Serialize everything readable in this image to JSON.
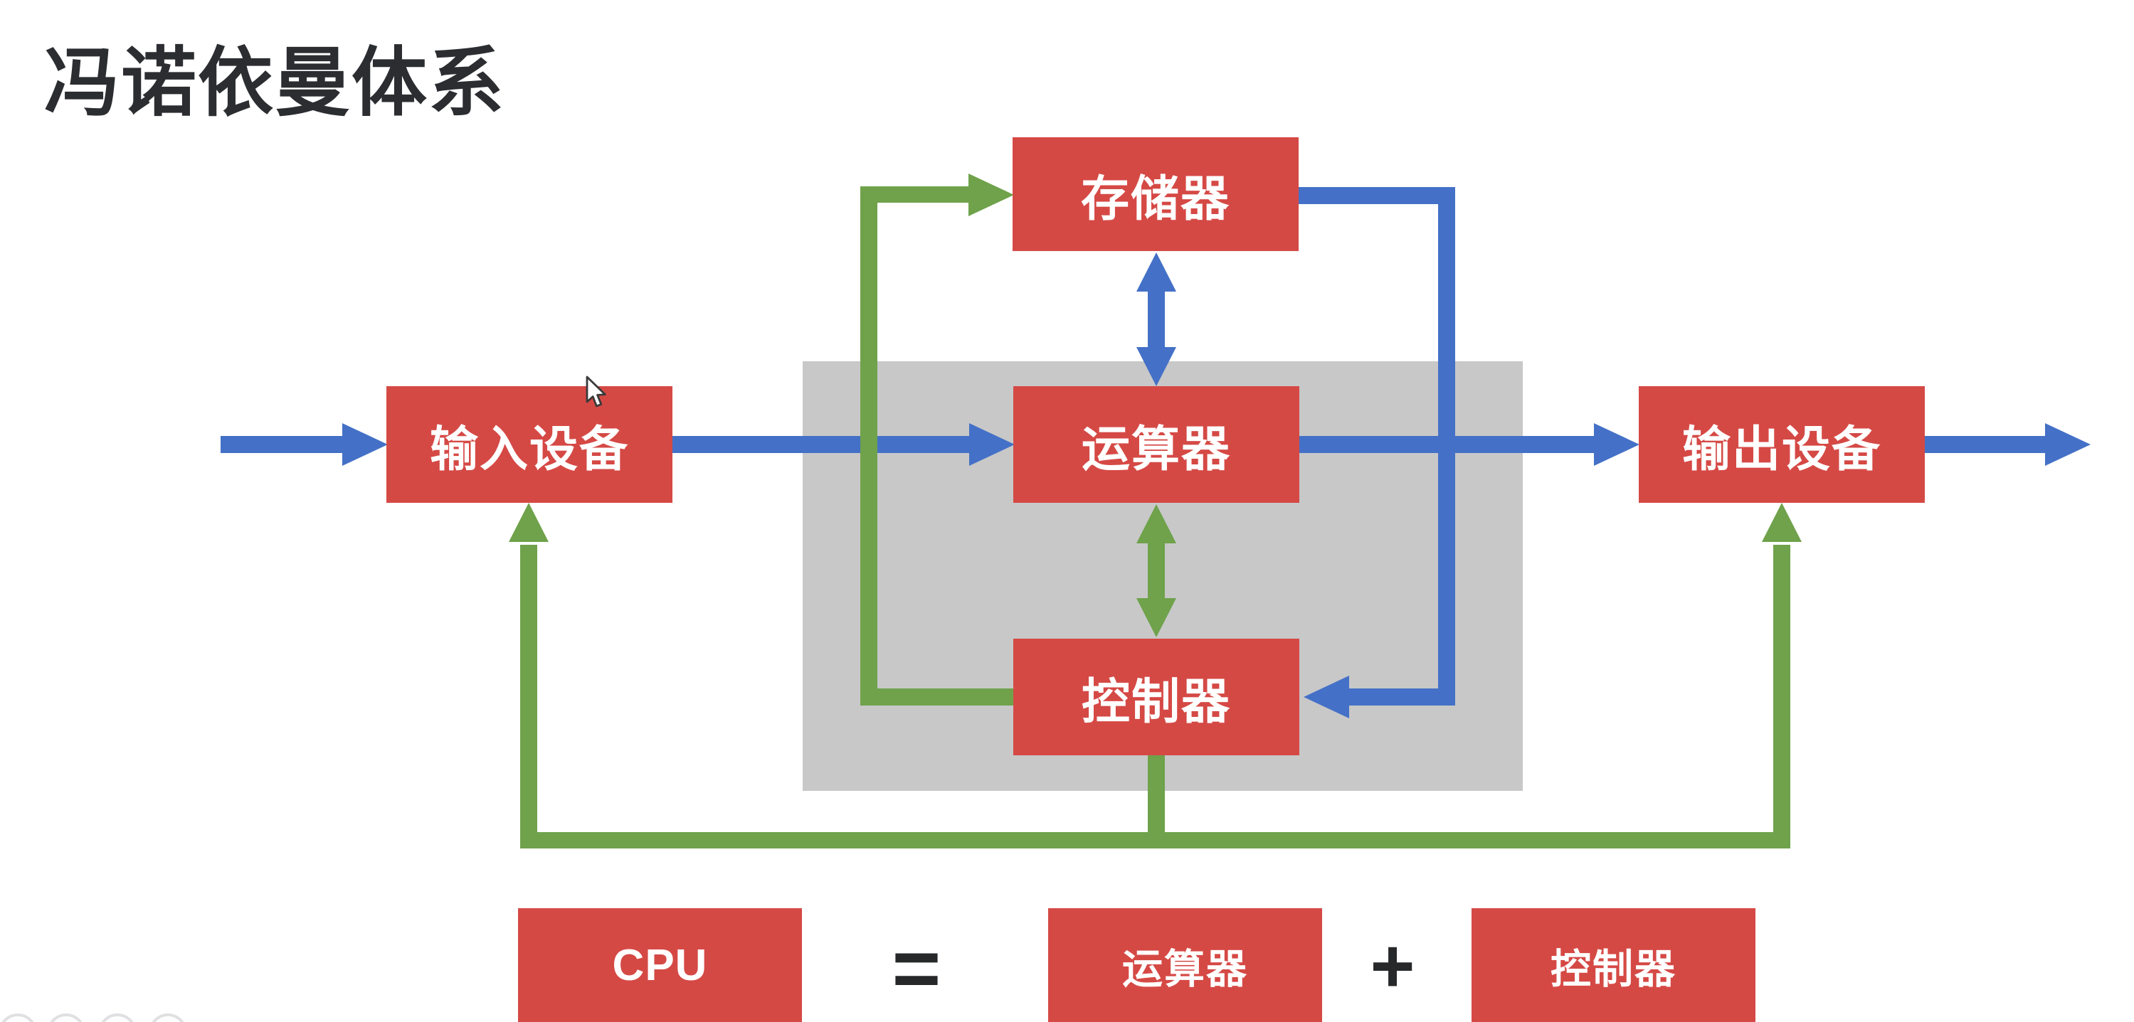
{
  "title": "冯诺依曼体系",
  "colors": {
    "red": "#d54945",
    "blue": "#4471c7",
    "green": "#6fa24b",
    "gray": "#c8c8c8",
    "ink": "#2b2d31",
    "eq": "#26282a",
    "circle": "#e0e0e3"
  },
  "diagram": {
    "memory_label": "存储器",
    "input_label": "输入设备",
    "alu_label": "运算器",
    "output_label": "输出设备",
    "control_label": "控制器"
  },
  "equation": {
    "cpu_label": "CPU",
    "equals_sign": "=",
    "alu_label": "运算器",
    "plus_sign": "+",
    "control_label": "控制器"
  },
  "decoration": {
    "bottom_left_circle_count": 4
  }
}
